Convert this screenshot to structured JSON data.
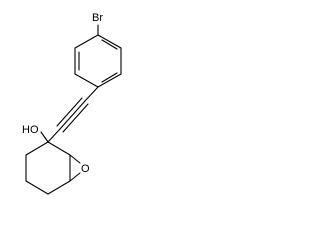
{
  "molecule": {
    "atom_labels": {
      "bromine": "Br",
      "hydroxyl": "HO",
      "epoxide_oxygen": "O"
    }
  }
}
